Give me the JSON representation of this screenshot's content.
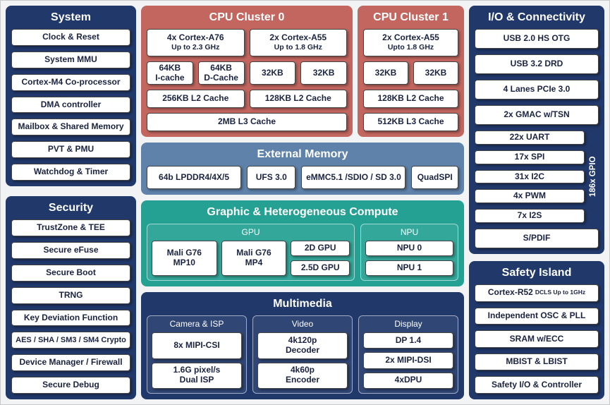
{
  "colors": {
    "navy": "#21386b",
    "salmon": "#c2665f",
    "steel_blue": "#5e82aa",
    "teal": "#24a193",
    "box_bg": "#ffffff",
    "box_text": "#1a2340",
    "background": "#f2f3f4"
  },
  "system": {
    "title": "System",
    "items": [
      "Clock & Reset",
      "System MMU",
      "Cortex-M4 Co-processor",
      "DMA controller",
      "Mailbox & Shared Memory",
      "PVT & PMU",
      "Watchdog & Timer"
    ]
  },
  "security": {
    "title": "Security",
    "items": [
      "TrustZone & TEE",
      "Secure eFuse",
      "Secure Boot",
      "TRNG",
      "Key Deviation Function",
      "AES / SHA / SM3 / SM4 Crypto",
      "Device Manager / Firewall",
      "Secure Debug"
    ]
  },
  "cpu_cluster0": {
    "title": "CPU Cluster 0",
    "a76_name": "4x Cortex-A76",
    "a76_freq": "Up to 2.3 GHz",
    "a55_name": "2x Cortex-A55",
    "a55_freq": "Up to 1.8 GHz",
    "icache_l1": "64KB",
    "icache_l2": "I-cache",
    "dcache_l1": "64KB",
    "dcache_l2": "D-Cache",
    "cache32_a": "32KB",
    "cache32_b": "32KB",
    "l2_a76": "256KB L2 Cache",
    "l2_a55": "128KB L2 Cache",
    "l3": "2MB L3 Cache"
  },
  "cpu_cluster1": {
    "title": "CPU Cluster 1",
    "a55_name": "2x Cortex-A55",
    "a55_freq": "Upto 1.8 GHz",
    "cache32_a": "32KB",
    "cache32_b": "32KB",
    "l2": "128KB L2 Cache",
    "l3": "512KB L3 Cache"
  },
  "external_memory": {
    "title": "External Memory",
    "items": [
      "64b LPDDR4/4X/5",
      "UFS 3.0",
      "eMMC5.1 /SDIO / SD 3.0",
      "QuadSPI"
    ]
  },
  "compute": {
    "title": "Graphic & Heterogeneous Compute",
    "gpu": {
      "label": "GPU",
      "mali10_l1": "Mali G76",
      "mali10_l2": "MP10",
      "mali4_l1": "Mali G76",
      "mali4_l2": "MP4",
      "gpu2d": "2D GPU",
      "gpu25d": "2.5D GPU"
    },
    "npu": {
      "label": "NPU",
      "npu0": "NPU 0",
      "npu1": "NPU 1"
    }
  },
  "multimedia": {
    "title": "Multimedia",
    "camera": {
      "label": "Camera & ISP",
      "mipi": "8x MIPI-CSI",
      "isp_l1": "1.6G pixel/s",
      "isp_l2": "Dual ISP"
    },
    "video": {
      "label": "Video",
      "dec_l1": "4k120p",
      "dec_l2": "Decoder",
      "enc_l1": "4k60p",
      "enc_l2": "Encoder"
    },
    "display": {
      "label": "Display",
      "dp": "DP 1.4",
      "dsi": "2x MIPI-DSI",
      "dpu": "4xDPU"
    }
  },
  "io": {
    "title": "I/O & Connectivity",
    "full_items": [
      "USB 2.0 HS OTG",
      "USB 3.2 DRD",
      "4 Lanes PCIe 3.0",
      "2x GMAC w/TSN"
    ],
    "gpio_items": [
      "22x UART",
      "17x SPI",
      "31x I2C",
      "4x PWM",
      "7x I2S"
    ],
    "gpio_label": "186x GPIO",
    "spdif": "S/PDIF"
  },
  "safety": {
    "title": "Safety Island",
    "r52_main": "Cortex-R52",
    "r52_sub": "DCLS Up to 1GHz",
    "items": [
      "Independent OSC & PLL",
      "SRAM w/ECC",
      "MBIST & LBIST",
      "Safety I/O & Controller"
    ]
  }
}
